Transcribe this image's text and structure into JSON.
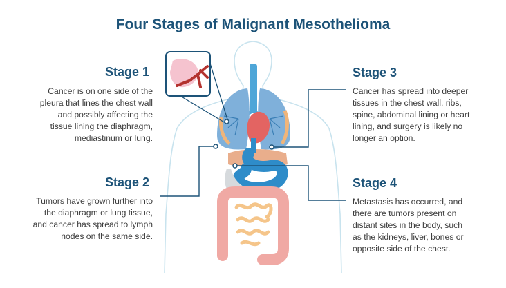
{
  "title": "Four Stages of Malignant Mesothelioma",
  "stages": [
    {
      "heading": "Stage 1",
      "text": "Cancer is on one side of the\npleura that lines the chest wall\nand possibly affecting the\ntissue lining the diaphragm,\nmediastinum or lung."
    },
    {
      "heading": "Stage 2",
      "text": "Tumors have grown further into\nthe diaphragm or lung tissue,\nand cancer has spread to lymph\nnodes on the same side."
    },
    {
      "heading": "Stage 3",
      "text": "Cancer has spread into deeper\ntissues in the chest wall, ribs,\nspine, abdominal lining or heart\nlining, and surgery is likely no\nlonger an option."
    },
    {
      "heading": "Stage 4",
      "text": "Metastasis has occurred, and\nthere are tumors present on\ndistant sites in the body, such\nas the kidneys, liver, bones or\nopposite side of the chest."
    }
  ],
  "colors": {
    "title": "#1d5378",
    "connector": "#1d5378",
    "body_outline": "#c8e3ee",
    "lung": "#6fa8d6",
    "heart": "#e36462",
    "stomach": "#2e8cc9",
    "liver": "#e9ae8c",
    "intestine": "#f0a9a4",
    "small_intestine": "#f5c58a"
  },
  "icons": [
    "body-outline-illustration",
    "lung-tumor-magnifier-icon"
  ]
}
